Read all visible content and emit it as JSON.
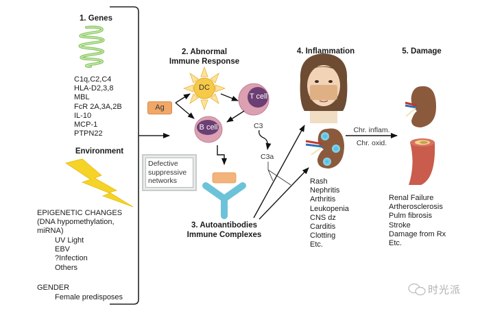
{
  "sections": {
    "genes": {
      "title": "1. Genes",
      "items": [
        "C1q,C2,C4",
        "HLA-D2,3,8",
        "MBL",
        "FcR 2A,3A,2B",
        "IL-10",
        "MCP-1",
        "PTPN22"
      ]
    },
    "environment": {
      "title": "Environment",
      "epigenetic": [
        "EPIGENETIC CHANGES",
        "(DNA hypomethylation,",
        "miRNA)"
      ],
      "factors": [
        "UV Light",
        "EBV",
        "?Infection",
        "Others"
      ],
      "gender_label": "GENDER",
      "gender_note": "Female predisposes"
    },
    "immune_response": {
      "title_line1": "2. Abnormal",
      "title_line2": "Immune Response",
      "antigen": "Ag",
      "dendritic_cell": "DC",
      "t_cell": "T cell",
      "b_cell": "B cell",
      "defective_box": [
        "Defective",
        "suppressive",
        "networks"
      ],
      "complement": "C3",
      "complement_active": "C3a"
    },
    "autoantibodies": {
      "title_line1": "3. Autoantibodies",
      "title_line2": "Immune Complexes"
    },
    "inflammation": {
      "title": "4. Inflammation",
      "items": [
        "Rash",
        "Nephritis",
        "Arthritis",
        "Leukopenia",
        "CNS dz",
        "Carditis",
        "Clotting",
        "Etc."
      ]
    },
    "transition": {
      "top": "Chr. inflam.",
      "bottom": "Chr. oxid."
    },
    "damage": {
      "title": "5. Damage",
      "items": [
        "Renal Failure",
        "Artherosclerosis",
        "Pulm fibrosis",
        "Stroke",
        "Damage from Rx",
        "Etc."
      ]
    }
  },
  "watermark": "时光派",
  "colors": {
    "gene_green": "#8cc865",
    "bolt_yellow": "#f5d327",
    "dc_yellow": "#f7c948",
    "cell_pink": "#d89aae",
    "nucleus_purple": "#6b3f73",
    "antigen_orange": "#f0a868",
    "antibody_blue": "#6cc3d9",
    "kidney_brown": "#8b5a3c",
    "artery_red": "#c95c4c"
  }
}
